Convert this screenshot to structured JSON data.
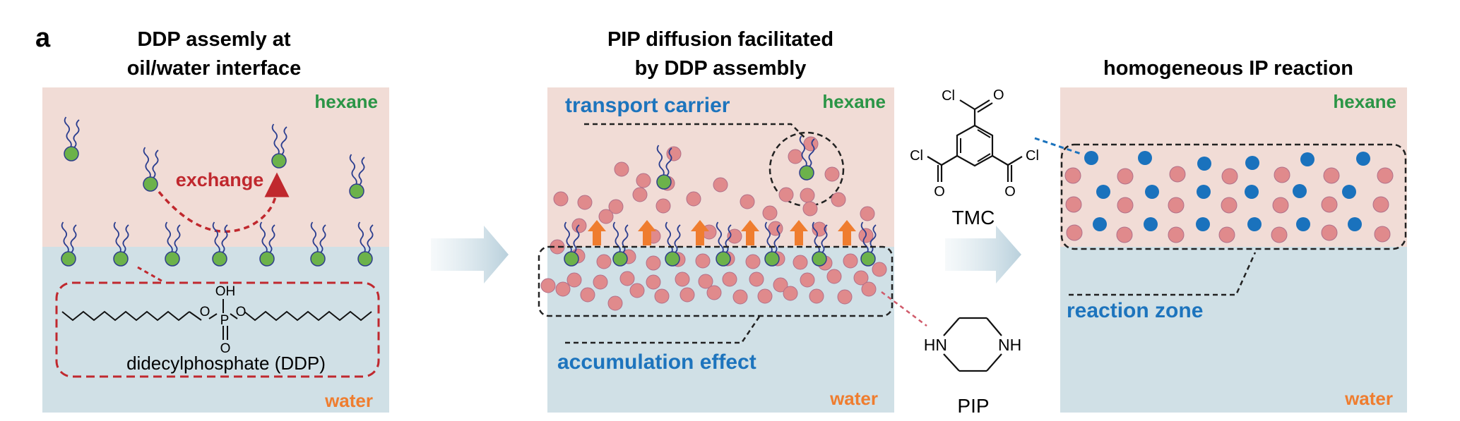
{
  "figure": {
    "panel_label": "a",
    "colors": {
      "hexane": "#f1dcd6",
      "water": "#d0e0e6",
      "green_head": "#6cb24a",
      "pink_pip": "#e08a8c",
      "blue_tmc": "#1a72bd",
      "orange": "#ef7d2f",
      "red": "#c0282e",
      "label_blue": "#1d74bd",
      "label_green": "#2b9546"
    }
  },
  "panel1": {
    "title_line1": "DDP assemly at",
    "title_line2": "oil/water interface",
    "hexane": "hexane",
    "water": "water",
    "exchange": "exchange",
    "molecule_name": "didecylphosphate (DDP)",
    "oh": "OH",
    "p": "P",
    "o_top": "O",
    "o_right": "O",
    "o_bottom": "O"
  },
  "panel2": {
    "title_line1": "PIP diffusion facilitated",
    "title_line2": "by DDP assembly",
    "hexane": "hexane",
    "water": "water",
    "transport_carrier": "transport carrier",
    "accumulation_effect": "accumulation effect"
  },
  "chem": {
    "cl_top": "Cl",
    "o_top": "O",
    "cl_left": "Cl",
    "o_left": "O",
    "cl_right": "Cl",
    "o_right": "O",
    "tmc": "TMC",
    "hn": "HN",
    "nh": "NH",
    "pip": "PIP"
  },
  "panel3": {
    "title": "homogeneous IP reaction",
    "hexane": "hexane",
    "water": "water",
    "reaction_zone": "reaction zone"
  }
}
